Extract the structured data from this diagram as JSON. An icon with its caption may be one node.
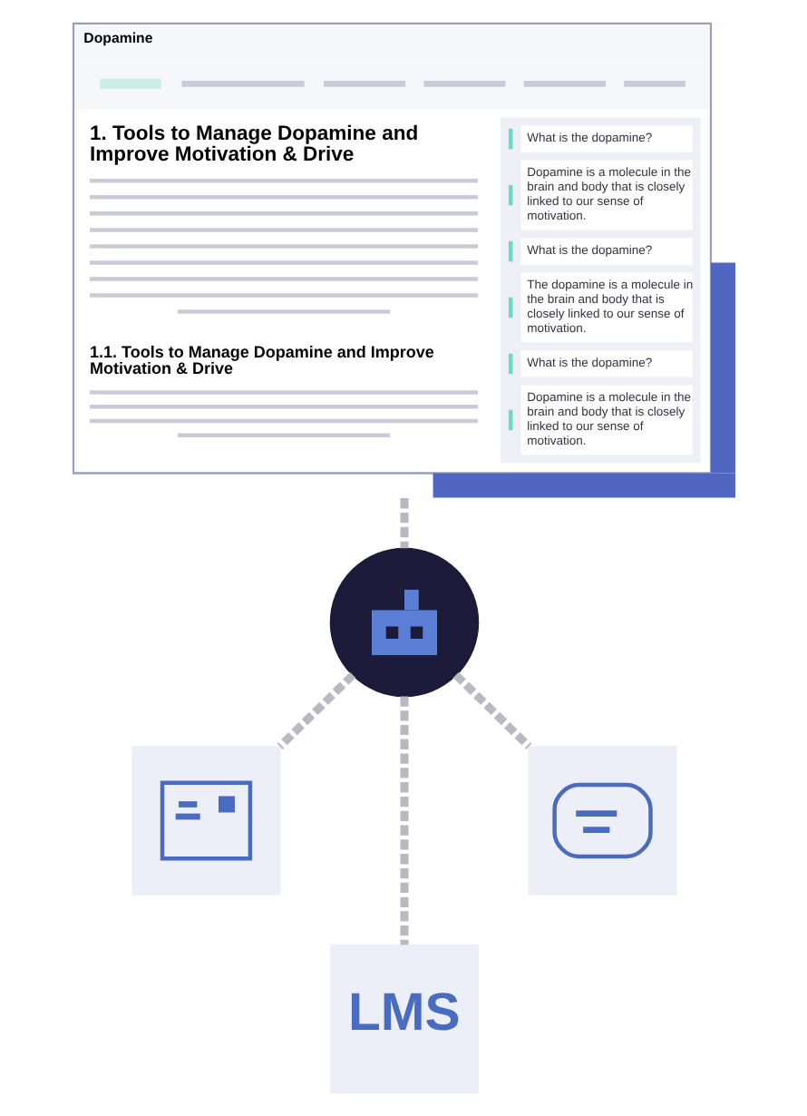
{
  "diagram": {
    "nodes": [
      {
        "text": [
          "Dopamine",
          "1. Tools to Manage Dopamine and Improve Motivation & Drive",
          "1.1. Tools to Manage Dopamine and Improve Motivation & Drive",
          "What is the dopamine?",
          "Dopamine is a molecule in the brain and body that is closely linked to our sense of motivation.",
          "What is the dopamine?",
          "The dopamine is a molecule in the brain and body that is closely linked to our sense of motivation.",
          "What is the dopamine?",
          "Dopamine is a molecule in the brain and body that is closely linked to our sense of motivation."
        ]
      },
      {
        "text": [],
        "shape": "circle"
      },
      {
        "text": [],
        "shape": "box"
      },
      {
        "text": [
          "LMS"
        ]
      },
      {
        "text": [],
        "shape": "box"
      }
    ],
    "edges": [
      {
        "from": 0,
        "to": 1,
        "arrow": "none",
        "style": "dashed"
      },
      {
        "from": 1,
        "to": 2,
        "arrow": "none",
        "style": "dashed"
      },
      {
        "from": 1,
        "to": 3,
        "arrow": "none",
        "style": "dashed"
      },
      {
        "from": 1,
        "to": 4,
        "arrow": "none",
        "style": "dashed"
      }
    ]
  }
}
